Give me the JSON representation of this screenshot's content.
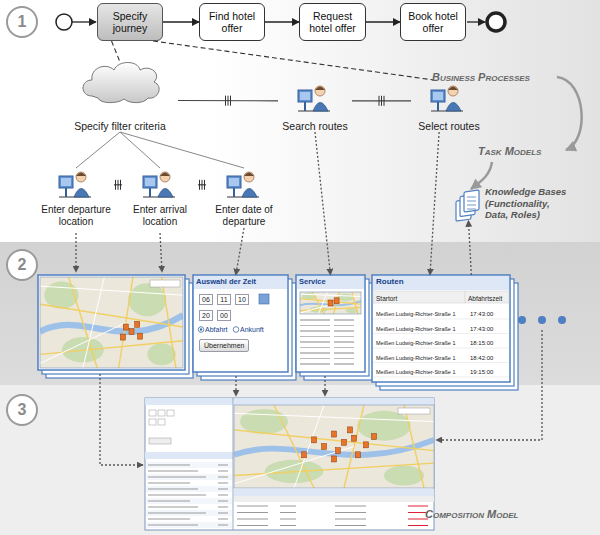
{
  "diagram": {
    "nodes": [
      {
        "text": [
          "Specify journey"
        ]
      },
      {
        "text": [
          "Find hotel offer"
        ]
      },
      {
        "text": [
          "Request hotel offer"
        ]
      },
      {
        "text": [
          "Book hotel offer"
        ]
      },
      {
        "text": [
          "Specify filter criteria"
        ]
      },
      {
        "text": [
          "Search routes"
        ]
      },
      {
        "text": [
          "Select routes"
        ]
      },
      {
        "text": [
          "Enter departure location"
        ]
      },
      {
        "text": [
          "Enter arrival location"
        ]
      },
      {
        "text": [
          "Enter date of departure"
        ]
      },
      {
        "text": [
          "Knowledge Bases (Functionality, Data, Roles)"
        ]
      },
      {
        "text": [
          "Auswahl der Zeit",
          "06",
          "11",
          "10",
          "20",
          "00",
          "Abfahrt",
          "Ankunft",
          "Übernehmen"
        ]
      },
      {
        "text": [
          "Service"
        ]
      },
      {
        "text": [
          "Routen",
          "Startort",
          "Abfahrtszeit",
          "Meißen Ludwig-Richter-Straße 1",
          "17:43:00",
          "Meißen Ludwig-Richter-Straße 1",
          "17:43:00",
          "Meißen Ludwig-Richter-Straße 1",
          "18:15:00",
          "Meißen Ludwig-Richter-Straße 1",
          "18:42:00",
          "Meißen Ludwig-Richter-Straße 1",
          "19:15:00"
        ]
      }
    ],
    "edges": [
      {
        "from": 0,
        "to": 1,
        "arrow": "to"
      },
      {
        "from": 1,
        "to": 2,
        "arrow": "to"
      },
      {
        "from": 2,
        "to": 3,
        "arrow": "to"
      },
      {
        "from": 0,
        "to": 4,
        "arrow": "none"
      },
      {
        "from": 0,
        "to": 6,
        "arrow": "none"
      },
      {
        "from": 4,
        "to": 5,
        "arrow": "none"
      },
      {
        "from": 5,
        "to": 6,
        "arrow": "none"
      },
      {
        "from": 4,
        "to": 7,
        "arrow": "none"
      },
      {
        "from": 4,
        "to": 8,
        "arrow": "none"
      },
      {
        "from": 4,
        "to": 9,
        "arrow": "none"
      },
      {
        "from": 7,
        "to": 8,
        "arrow": "none"
      },
      {
        "from": 8,
        "to": 9,
        "arrow": "none"
      },
      {
        "from": 9,
        "to": 11,
        "arrow": "to"
      },
      {
        "from": 5,
        "to": 12,
        "arrow": "to"
      },
      {
        "from": 6,
        "to": 13,
        "arrow": "to"
      },
      {
        "from": 13,
        "to": 10,
        "arrow": "to"
      }
    ],
    "labels": [
      "1",
      "Business Processes",
      "Task Models",
      "2",
      "3",
      "Composition Model"
    ]
  }
}
